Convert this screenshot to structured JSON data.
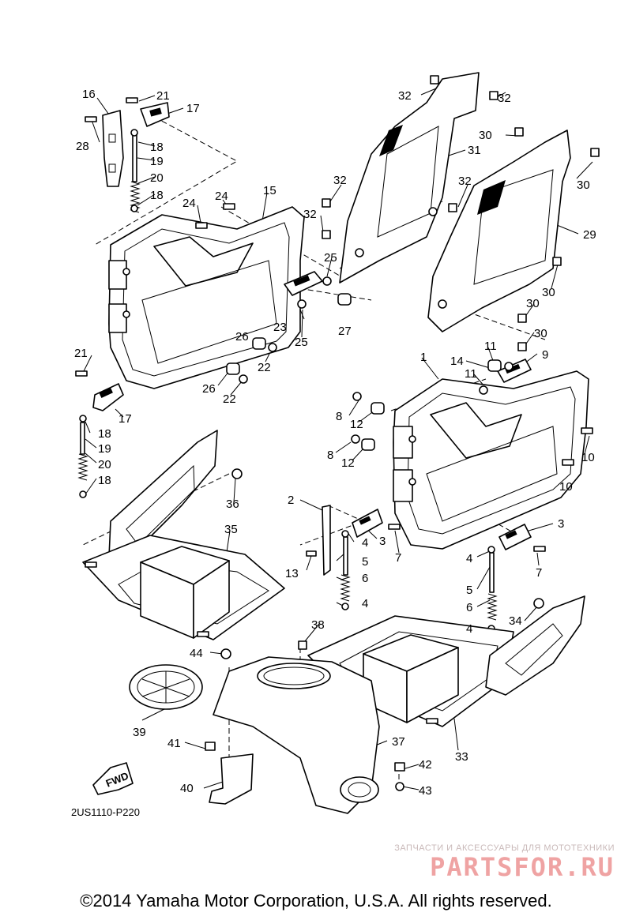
{
  "callouts": [
    "1",
    "2",
    "3",
    "4",
    "5",
    "6",
    "7",
    "8",
    "9",
    "10",
    "11",
    "12",
    "13",
    "14",
    "15",
    "16",
    "17",
    "18",
    "19",
    "20",
    "21",
    "22",
    "23",
    "24",
    "25",
    "26",
    "27",
    "28",
    "29",
    "30",
    "31",
    "32",
    "33",
    "34",
    "35",
    "36",
    "37",
    "38",
    "39",
    "40",
    "41",
    "42",
    "43",
    "44"
  ],
  "diagram_code": "2US1110-P220",
  "fwd_label": "FWD",
  "watermark": {
    "tagline": "ЗАПЧАСТИ И АКСЕССУАРЫ ДЛЯ МОТОТЕХНИКИ",
    "brand": "PARTSFOR.RU"
  },
  "copyright": "©2014 Yamaha Motor Corporation, U.S.A. All rights reserved."
}
